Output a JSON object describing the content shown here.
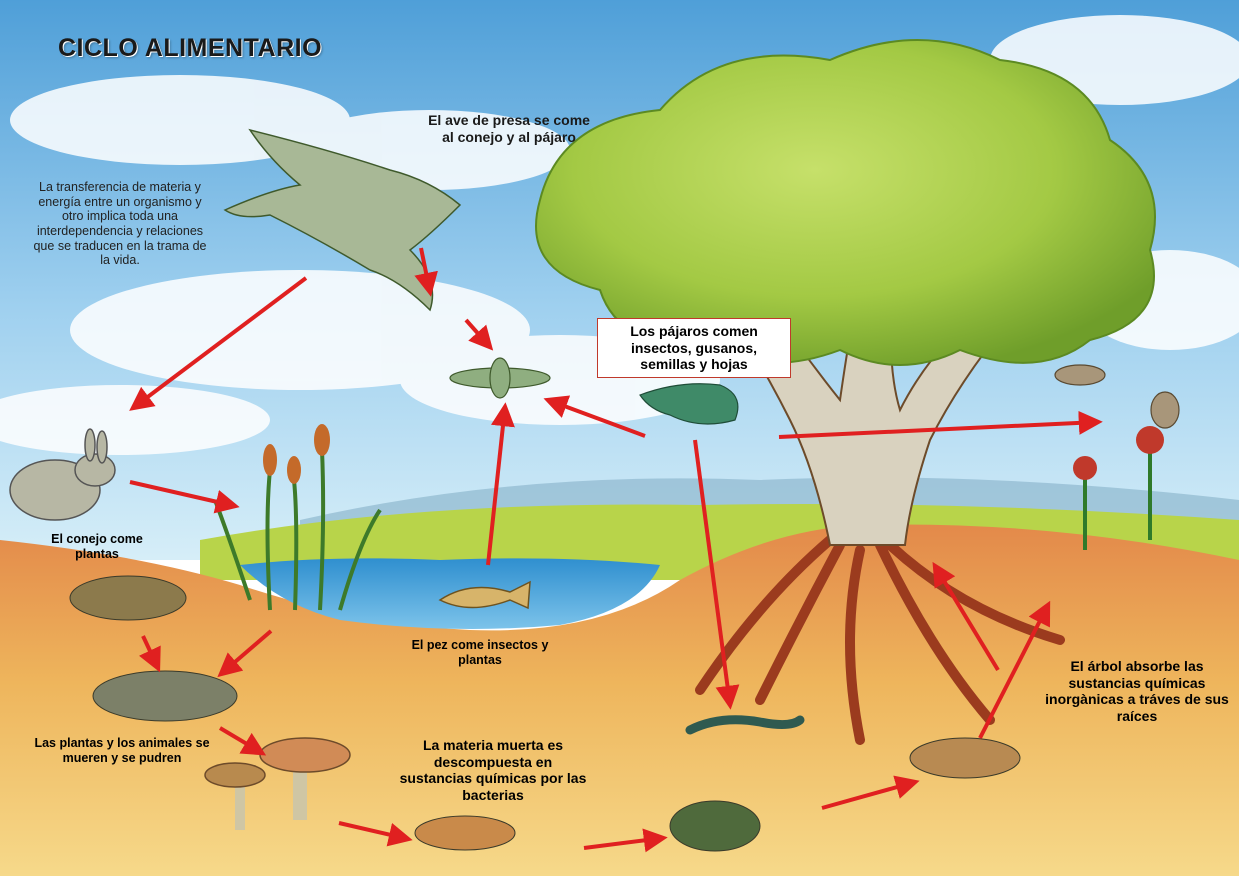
{
  "title": "CICLO ALIMENTARIO",
  "intro": "La transferencia de materia y energía entre un organismo y otro implica toda una interdependencia y relaciones que se traducen en la trama de la vida.",
  "labels": {
    "raptor": "El ave de presa se come al conejo y al pájaro",
    "birds": "Los pájaros comen insectos, gusanos, semillas y hojas",
    "rabbit": "El conejo come plantas",
    "fish": "El pez  come insectos y plantas",
    "decay": "Las plantas y los animales se mueren y se pudren",
    "bacteria": "La materia muerta es descompuesta en sustancias químicas por las bacterias",
    "tree": "El árbol absorbe las sustancias químicas inorgànicas a tráves de sus raíces"
  },
  "colors": {
    "arrow": "#e02020",
    "sky": "#6fb6e2",
    "soil": "#e8a050",
    "water": "#3f9fd6",
    "foliage": "#9cc83a"
  }
}
